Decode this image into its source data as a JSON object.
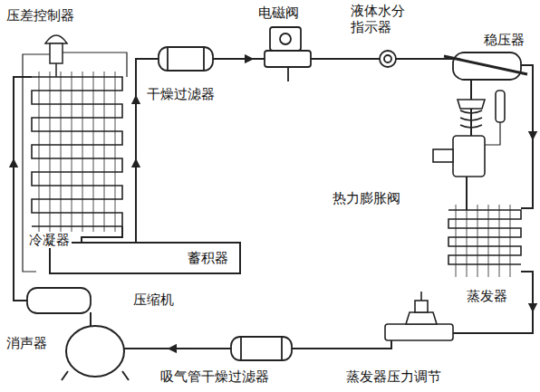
{
  "diagram": {
    "labels": [
      "压差控制器",
      "电磁阀",
      "液体水分指示器",
      "稳压器",
      "干燥过滤器",
      "热力膨胀阀",
      "冷凝器",
      "蓄积器",
      "蒸发器",
      "压缩机",
      "消声器",
      "吸气管干燥过滤器",
      "蒸发器压力调节"
    ]
  }
}
